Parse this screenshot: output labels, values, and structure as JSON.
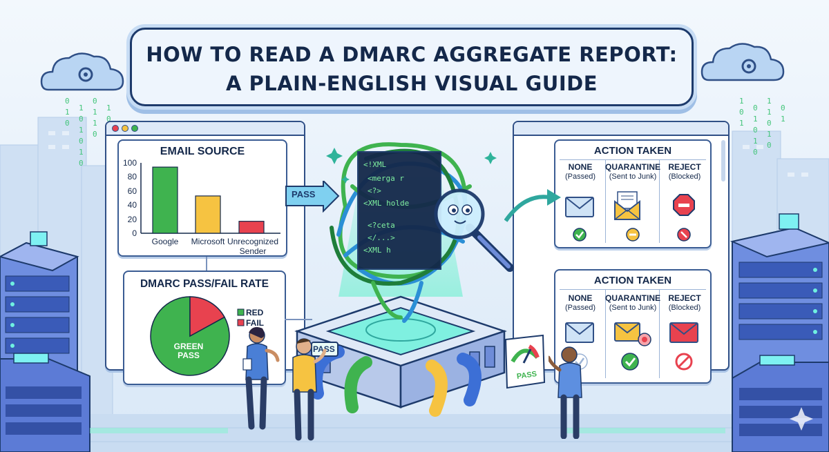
{
  "title": {
    "line1": "HOW TO READ A DMARC AGGREGATE REPORT:",
    "line2": "A PLAIN-ENGLISH VISUAL GUIDE"
  },
  "email_source": {
    "title": "EMAIL SOURCE",
    "y_ticks": [
      "100",
      "80",
      "60",
      "40",
      "20",
      "0"
    ],
    "categories": [
      "Google",
      "Microsoft",
      "Unrecognized Sender"
    ]
  },
  "pass_fail": {
    "title": "DMARC PASS/FAIL RATE",
    "legend": [
      "RED",
      "FAIL"
    ],
    "pie_label": "GREEN PASS"
  },
  "center": {
    "code_lines": [
      "<!XML",
      "<merga r",
      "<?>",
      "<XML holde",
      "<?ceta",
      "</...>",
      "<XML h"
    ],
    "pass_arrow": "PASS",
    "pass_sign": "PASS",
    "gauge_label": "PASS"
  },
  "action_top": {
    "title": "ACTION TAKEN",
    "columns": [
      {
        "head": "NONE",
        "sub": "(Passed)"
      },
      {
        "head": "QUARANTINE",
        "sub": "(Sent to Junk)"
      },
      {
        "head": "REJECT",
        "sub": "(Blocked)"
      }
    ]
  },
  "action_bottom": {
    "title": "ACTION TAKEN",
    "columns": [
      {
        "head": "NONE",
        "sub": "(Passed)"
      },
      {
        "head": "QUARANTINE",
        "sub": "(Sent to Junk)"
      },
      {
        "head": "REJECT",
        "sub": "(Blocked)"
      }
    ]
  },
  "chart_data": {
    "type": "bar",
    "title": "EMAIL SOURCE",
    "categories": [
      "Google",
      "Microsoft",
      "Unrecognized Sender"
    ],
    "values": [
      94,
      53,
      17
    ],
    "ylim": [
      0,
      100
    ],
    "y_ticks": [
      0,
      20,
      40,
      60,
      80,
      100
    ],
    "colors": [
      "#3fb34f",
      "#f6c341",
      "#e8424f"
    ],
    "pie": {
      "title": "DMARC PASS/FAIL RATE",
      "slices": [
        {
          "label": "GREEN PASS",
          "value": 83,
          "color": "#3fb34f"
        },
        {
          "label": "FAIL",
          "value": 17,
          "color": "#e8424f"
        }
      ]
    }
  },
  "colors": {
    "navy": "#14284a",
    "green": "#3fb34f",
    "yellow": "#f6c341",
    "red": "#e8424f",
    "cyan": "#3fc7e0"
  },
  "icons": [
    "cloud-gear-icon",
    "envelope-icon",
    "open-envelope-icon",
    "stop-sign-icon",
    "check-icon",
    "minus-icon",
    "magnifier-icon",
    "sparkle-icon"
  ]
}
